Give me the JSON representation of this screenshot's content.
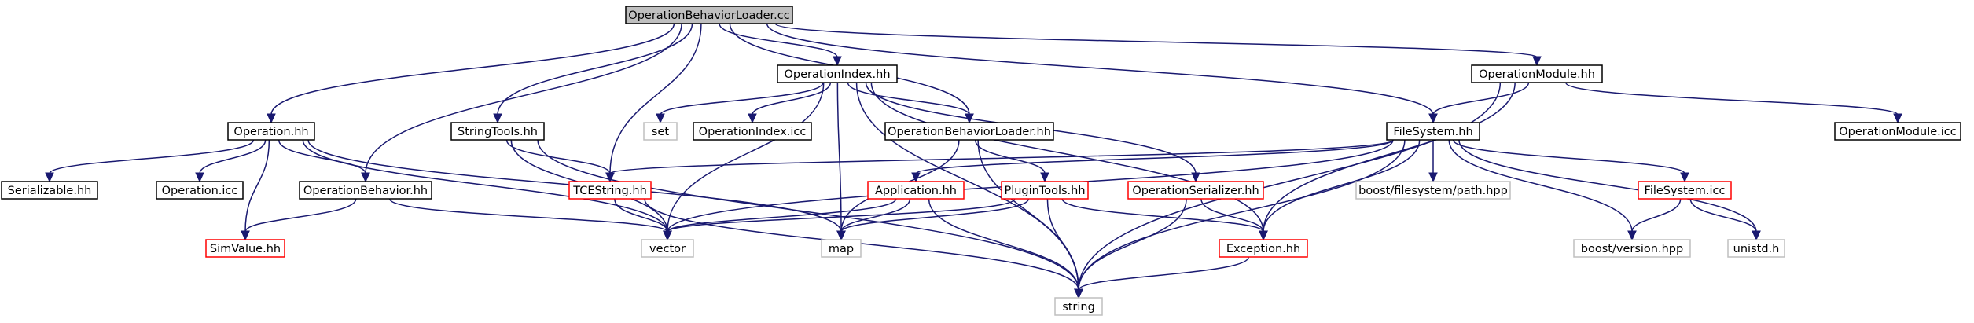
{
  "colors": {
    "edge": "#191970",
    "box_default": "#000000",
    "box_red": "#ff0000",
    "box_gray": "#bfbfbf",
    "root_fill": "#bfbfbf",
    "text": "#000000"
  },
  "nodes": [
    {
      "id": "root",
      "label": "OperationBehaviorLoader.cc",
      "style": "root"
    },
    {
      "id": "operation_hh",
      "label": "Operation.hh",
      "style": "black"
    },
    {
      "id": "operationindex_hh",
      "label": "OperationIndex.hh",
      "style": "black"
    },
    {
      "id": "operationmodule_hh",
      "label": "OperationModule.hh",
      "style": "black"
    },
    {
      "id": "stringtools_hh",
      "label": "StringTools.hh",
      "style": "black"
    },
    {
      "id": "set",
      "label": "set",
      "style": "gray"
    },
    {
      "id": "operationindex_icc",
      "label": "OperationIndex.icc",
      "style": "black"
    },
    {
      "id": "operationbehaviorloader_hh",
      "label": "OperationBehaviorLoader.hh",
      "style": "black"
    },
    {
      "id": "filesystem_hh",
      "label": "FileSystem.hh",
      "style": "black"
    },
    {
      "id": "operationmodule_icc",
      "label": "OperationModule.icc",
      "style": "black"
    },
    {
      "id": "serializable_hh",
      "label": "Serializable.hh",
      "style": "black"
    },
    {
      "id": "operation_icc",
      "label": "Operation.icc",
      "style": "black"
    },
    {
      "id": "operationbehavior_hh",
      "label": "OperationBehavior.hh",
      "style": "black"
    },
    {
      "id": "tcestring_hh",
      "label": "TCEString.hh",
      "style": "red"
    },
    {
      "id": "application_hh",
      "label": "Application.hh",
      "style": "red"
    },
    {
      "id": "plugintools_hh",
      "label": "PluginTools.hh",
      "style": "red"
    },
    {
      "id": "operationserializer_hh",
      "label": "OperationSerializer.hh",
      "style": "red"
    },
    {
      "id": "boost_filesystem_path_hpp",
      "label": "boost/filesystem/path.hpp",
      "style": "gray"
    },
    {
      "id": "filesystem_icc",
      "label": "FileSystem.icc",
      "style": "red"
    },
    {
      "id": "simvalue_hh",
      "label": "SimValue.hh",
      "style": "red"
    },
    {
      "id": "vector",
      "label": "vector",
      "style": "gray"
    },
    {
      "id": "map",
      "label": "map",
      "style": "gray"
    },
    {
      "id": "exception_hh",
      "label": "Exception.hh",
      "style": "red"
    },
    {
      "id": "boost_version_hpp",
      "label": "boost/version.hpp",
      "style": "gray"
    },
    {
      "id": "unistd_h",
      "label": "unistd.h",
      "style": "gray"
    },
    {
      "id": "string",
      "label": "string",
      "style": "gray"
    }
  ],
  "edges": [
    [
      "root",
      "operation_hh"
    ],
    [
      "root",
      "operationbehavior_hh"
    ],
    [
      "root",
      "stringtools_hh"
    ],
    [
      "root",
      "tcestring_hh"
    ],
    [
      "root",
      "operationindex_hh"
    ],
    [
      "root",
      "operationbehaviorloader_hh"
    ],
    [
      "root",
      "filesystem_hh"
    ],
    [
      "root",
      "operationmodule_hh"
    ],
    [
      "operation_hh",
      "serializable_hh"
    ],
    [
      "operation_hh",
      "operation_icc"
    ],
    [
      "operation_hh",
      "operationbehavior_hh"
    ],
    [
      "operation_hh",
      "simvalue_hh"
    ],
    [
      "operation_hh",
      "vector"
    ],
    [
      "operation_hh",
      "map"
    ],
    [
      "operationbehavior_hh",
      "simvalue_hh"
    ],
    [
      "operationbehavior_hh",
      "vector"
    ],
    [
      "stringtools_hh",
      "tcestring_hh"
    ],
    [
      "stringtools_hh",
      "vector"
    ],
    [
      "stringtools_hh",
      "string"
    ],
    [
      "tcestring_hh",
      "vector"
    ],
    [
      "tcestring_hh",
      "string"
    ],
    [
      "operationindex_hh",
      "set"
    ],
    [
      "operationindex_hh",
      "operationindex_icc"
    ],
    [
      "operationindex_hh",
      "operationbehaviorloader_hh"
    ],
    [
      "operationindex_hh",
      "operationserializer_hh"
    ],
    [
      "operationindex_hh",
      "exception_hh"
    ],
    [
      "operationindex_hh",
      "vector"
    ],
    [
      "operationindex_hh",
      "map"
    ],
    [
      "operationindex_hh",
      "string"
    ],
    [
      "operationbehaviorloader_hh",
      "plugintools_hh"
    ],
    [
      "operationbehaviorloader_hh",
      "map"
    ],
    [
      "operationbehaviorloader_hh",
      "string"
    ],
    [
      "operationmodule_hh",
      "filesystem_hh"
    ],
    [
      "operationmodule_hh",
      "operationmodule_icc"
    ],
    [
      "operationmodule_hh",
      "exception_hh"
    ],
    [
      "operationmodule_hh",
      "string"
    ],
    [
      "filesystem_hh",
      "tcestring_hh"
    ],
    [
      "filesystem_hh",
      "application_hh"
    ],
    [
      "filesystem_hh",
      "vector"
    ],
    [
      "filesystem_hh",
      "boost_filesystem_path_hpp"
    ],
    [
      "filesystem_hh",
      "filesystem_icc"
    ],
    [
      "filesystem_hh",
      "exception_hh"
    ],
    [
      "filesystem_hh",
      "boost_version_hpp"
    ],
    [
      "filesystem_hh",
      "unistd_h"
    ],
    [
      "filesystem_hh",
      "string"
    ],
    [
      "application_hh",
      "vector"
    ],
    [
      "application_hh",
      "map"
    ],
    [
      "application_hh",
      "string"
    ],
    [
      "plugintools_hh",
      "vector"
    ],
    [
      "plugintools_hh",
      "map"
    ],
    [
      "plugintools_hh",
      "exception_hh"
    ],
    [
      "plugintools_hh",
      "string"
    ],
    [
      "operationserializer_hh",
      "exception_hh"
    ],
    [
      "operationserializer_hh",
      "string"
    ],
    [
      "exception_hh",
      "string"
    ],
    [
      "filesystem_icc",
      "boost_version_hpp"
    ],
    [
      "filesystem_icc",
      "unistd_h"
    ]
  ]
}
